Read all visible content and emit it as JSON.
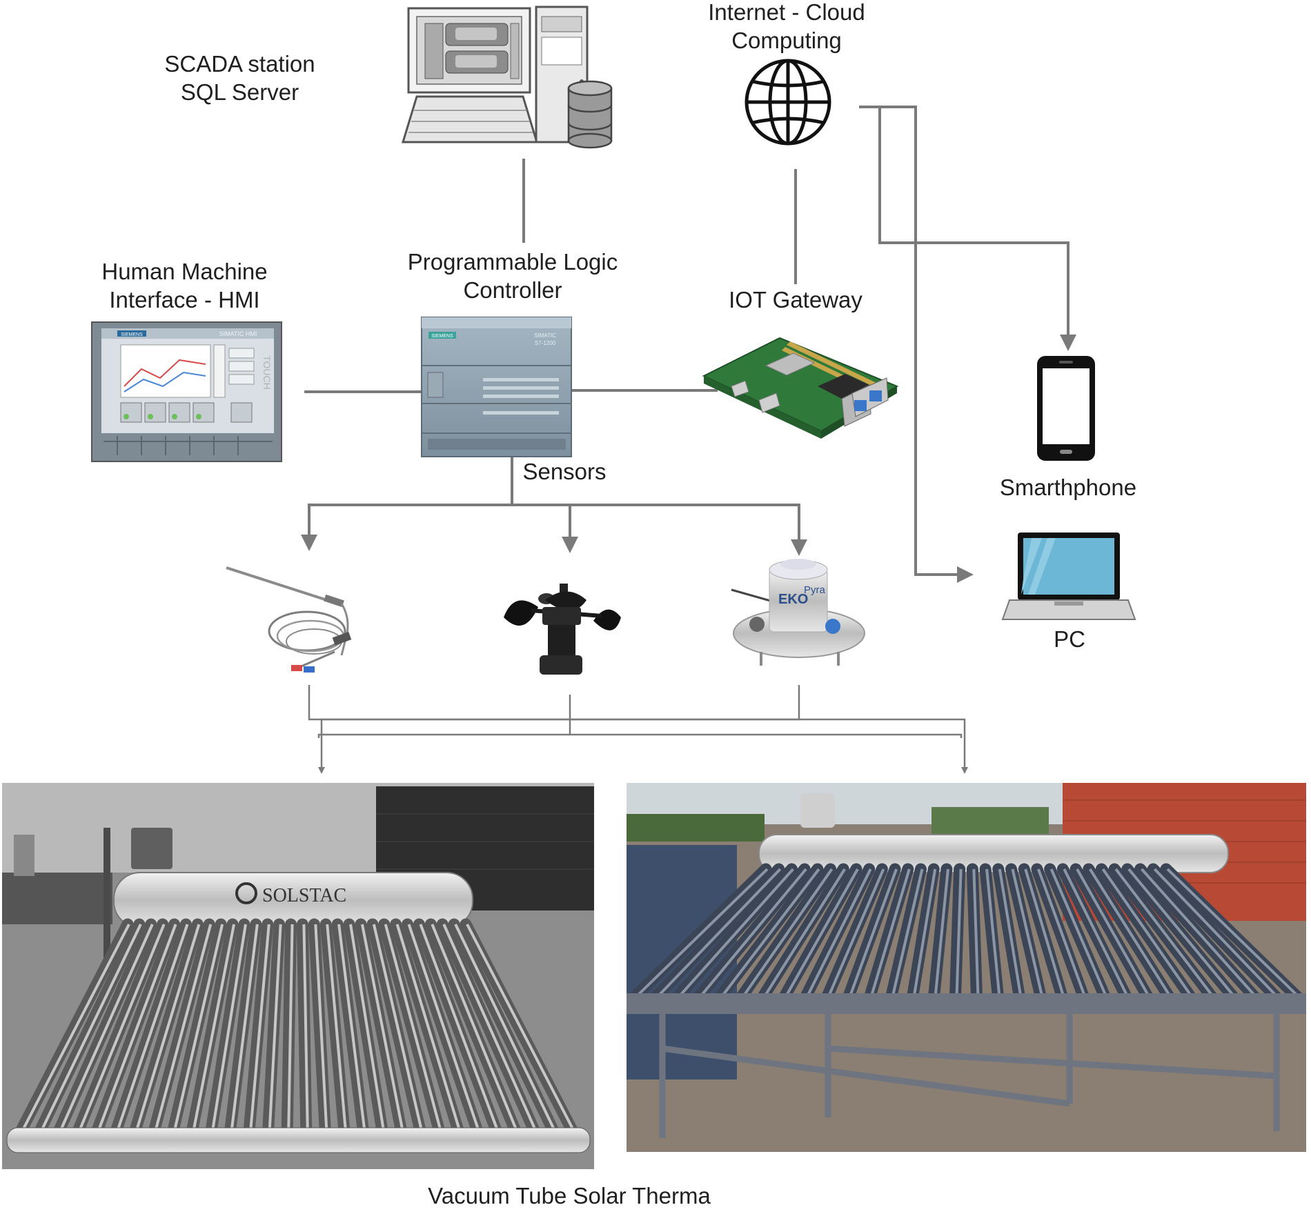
{
  "labels": {
    "scada": [
      "SCADA station",
      "SQL Server"
    ],
    "cloud": [
      "Internet - Cloud",
      "Computing"
    ],
    "hmi": [
      "Human Machine",
      "Interface - HMI"
    ],
    "plc": [
      "Programmable Logic",
      "Controller"
    ],
    "gateway": "IOT Gateway",
    "sensors": "Sensors",
    "smartphone": "Smarthphone",
    "pc": "PC",
    "caption": "Vacuum Tube Solar Therma"
  },
  "device_text": {
    "hmi_brand": "SIEMENS",
    "hmi_model": "SIMATIC HMI",
    "hmi_touch": "TOUCH",
    "plc_brand": "SIEMENS",
    "plc_model": [
      "SIMATIC",
      "S7-1200"
    ],
    "pyranometer_brand": "EKO",
    "pyranometer_model": "Pyra",
    "collector_brand": "SOLSTAC"
  },
  "colors": {
    "connector": "#7a7a7a",
    "text": "#1f1f1f",
    "hmi_frame": "#7e8a94",
    "plc_body": "#8fa3b0",
    "gateway_board": "#2f7a3a",
    "laptop_screen": "#6cb6d6",
    "photo_gray_sky": "#b9b9b9",
    "photo_color_wall": "#b84a35"
  },
  "icons": [
    "computer-database-icon",
    "globe-icon",
    "smartphone-icon",
    "laptop-icon"
  ]
}
